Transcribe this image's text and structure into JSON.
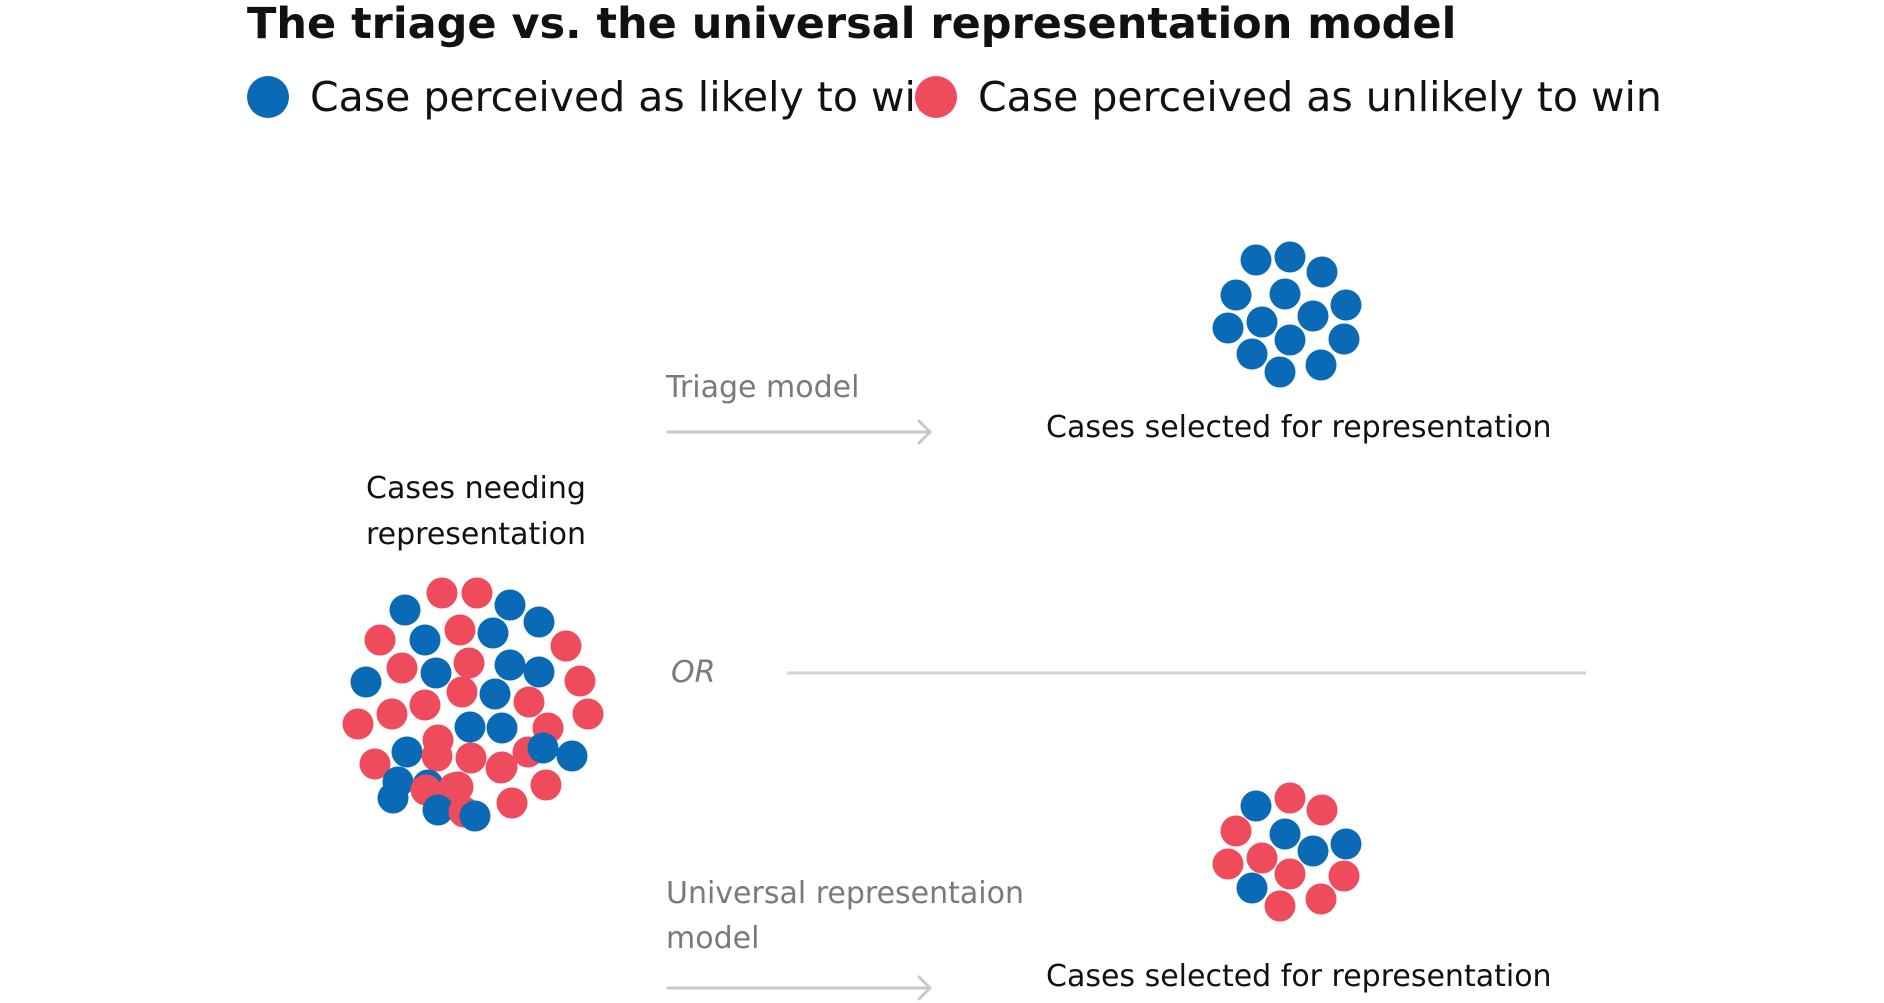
{
  "title": "The triage vs. the universal representation model",
  "colors": {
    "likely": "#0a6ab6",
    "unlikely": "#ee4b5c",
    "arrow": "#c9c9c9"
  },
  "legend": [
    {
      "key": "likely",
      "label": "Case perceived as likely to win"
    },
    {
      "key": "unlikely",
      "label": "Case perceived as unlikely to win"
    }
  ],
  "source_label": [
    "Cases needing",
    "representation"
  ],
  "triage": {
    "label": "Triage model",
    "result_label": "Cases selected for representation"
  },
  "or_label": "OR",
  "universal": {
    "label": [
      "Universal representaion",
      "model"
    ],
    "result_label": "Cases selected for representation"
  },
  "clusters": {
    "source": [
      "L",
      "U",
      "U",
      "L",
      "U",
      "L",
      "U",
      "L",
      "L",
      "U",
      "L",
      "U",
      "L",
      "U",
      "L",
      "L",
      "U",
      "U",
      "U",
      "U",
      "L",
      "U",
      "U",
      "U",
      "U",
      "U",
      "L",
      "L",
      "L",
      "U",
      "U",
      "U",
      "L",
      "U",
      "U",
      "L",
      "L",
      "U",
      "U",
      "L",
      "U",
      "U",
      "L",
      "U",
      "U",
      "U",
      "L",
      "L"
    ],
    "triage": [
      "L",
      "L",
      "L",
      "L",
      "L",
      "L",
      "L",
      "L",
      "L",
      "L",
      "L",
      "L",
      "L",
      "L"
    ],
    "universal": [
      "L",
      "U",
      "U",
      "U",
      "L",
      "L",
      "U",
      "U",
      "L",
      "U",
      "L",
      "U",
      "U",
      "U"
    ]
  }
}
